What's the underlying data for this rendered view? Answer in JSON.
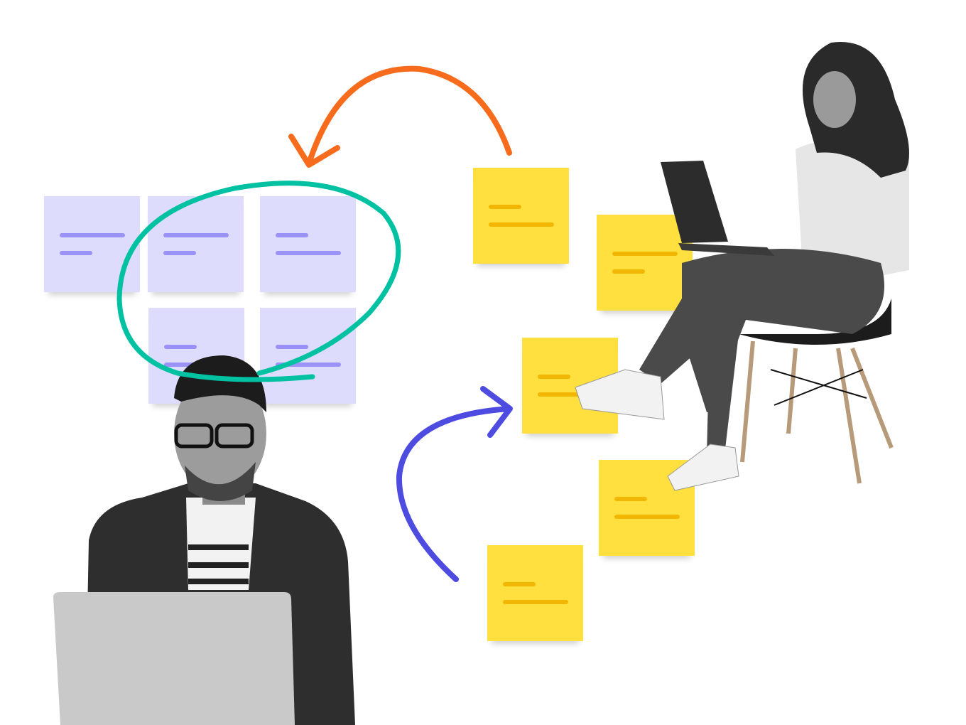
{
  "colors": {
    "purple_note": "#dedcfc",
    "purple_line": "#9a92f7",
    "yellow_note": "#ffe03f",
    "yellow_line": "#f2b705",
    "orange_arrow": "#f76b1c",
    "green_loop": "#00c2a2",
    "blue_arrow": "#4d4be0"
  },
  "purple_notes": [
    {
      "lines": [
        "long",
        "short"
      ]
    },
    {
      "lines": [
        "long",
        "short"
      ]
    },
    {
      "lines": [
        "short",
        "long"
      ]
    },
    {
      "lines": [
        "short",
        "long"
      ]
    },
    {
      "lines": [
        "short",
        "long"
      ]
    }
  ],
  "yellow_notes": [
    {
      "lines": [
        "short",
        "long"
      ]
    },
    {
      "lines": [
        "long",
        "short"
      ]
    },
    {
      "lines": [
        "short",
        "long"
      ]
    },
    {
      "lines": [
        "short",
        "long"
      ]
    },
    {
      "lines": [
        "short",
        "long"
      ]
    }
  ]
}
